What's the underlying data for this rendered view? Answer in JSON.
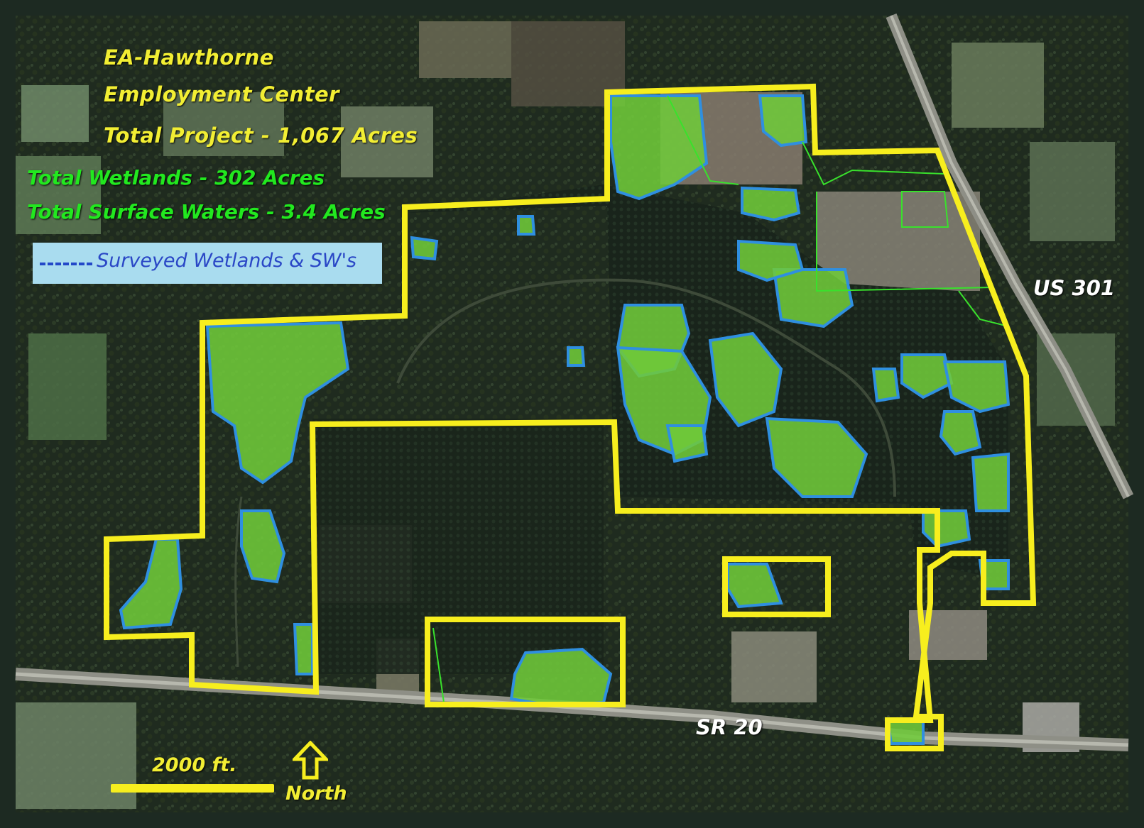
{
  "map": {
    "title_line1": "EA-Hawthorne",
    "title_line2": "Employment Center",
    "total_project": "Total Project - 1,067 Acres",
    "total_wetlands": "Total Wetlands - 302 Acres",
    "total_surface_waters": "Total Surface Waters - 3.4 Acres",
    "legend_label": "Surveyed Wetlands & SW's",
    "road_us301": "US 301",
    "road_sr20": "SR 20",
    "scale_label": "2000 ft.",
    "north_label": "North"
  },
  "colors": {
    "boundary": "#f7ee1e",
    "wetland_fill": "#6fc93a",
    "wetland_outline": "#2f8fe0",
    "title_text": "#f2ee33",
    "wetland_text": "#22e81f",
    "legend_bg": "#a9dcef",
    "legend_text": "#2a47c6",
    "road_label": "#ffffff",
    "frame": "#1d2a22"
  },
  "icons": {
    "north_arrow": "north-arrow-icon",
    "legend_symbol": "dashed-line-icon"
  }
}
